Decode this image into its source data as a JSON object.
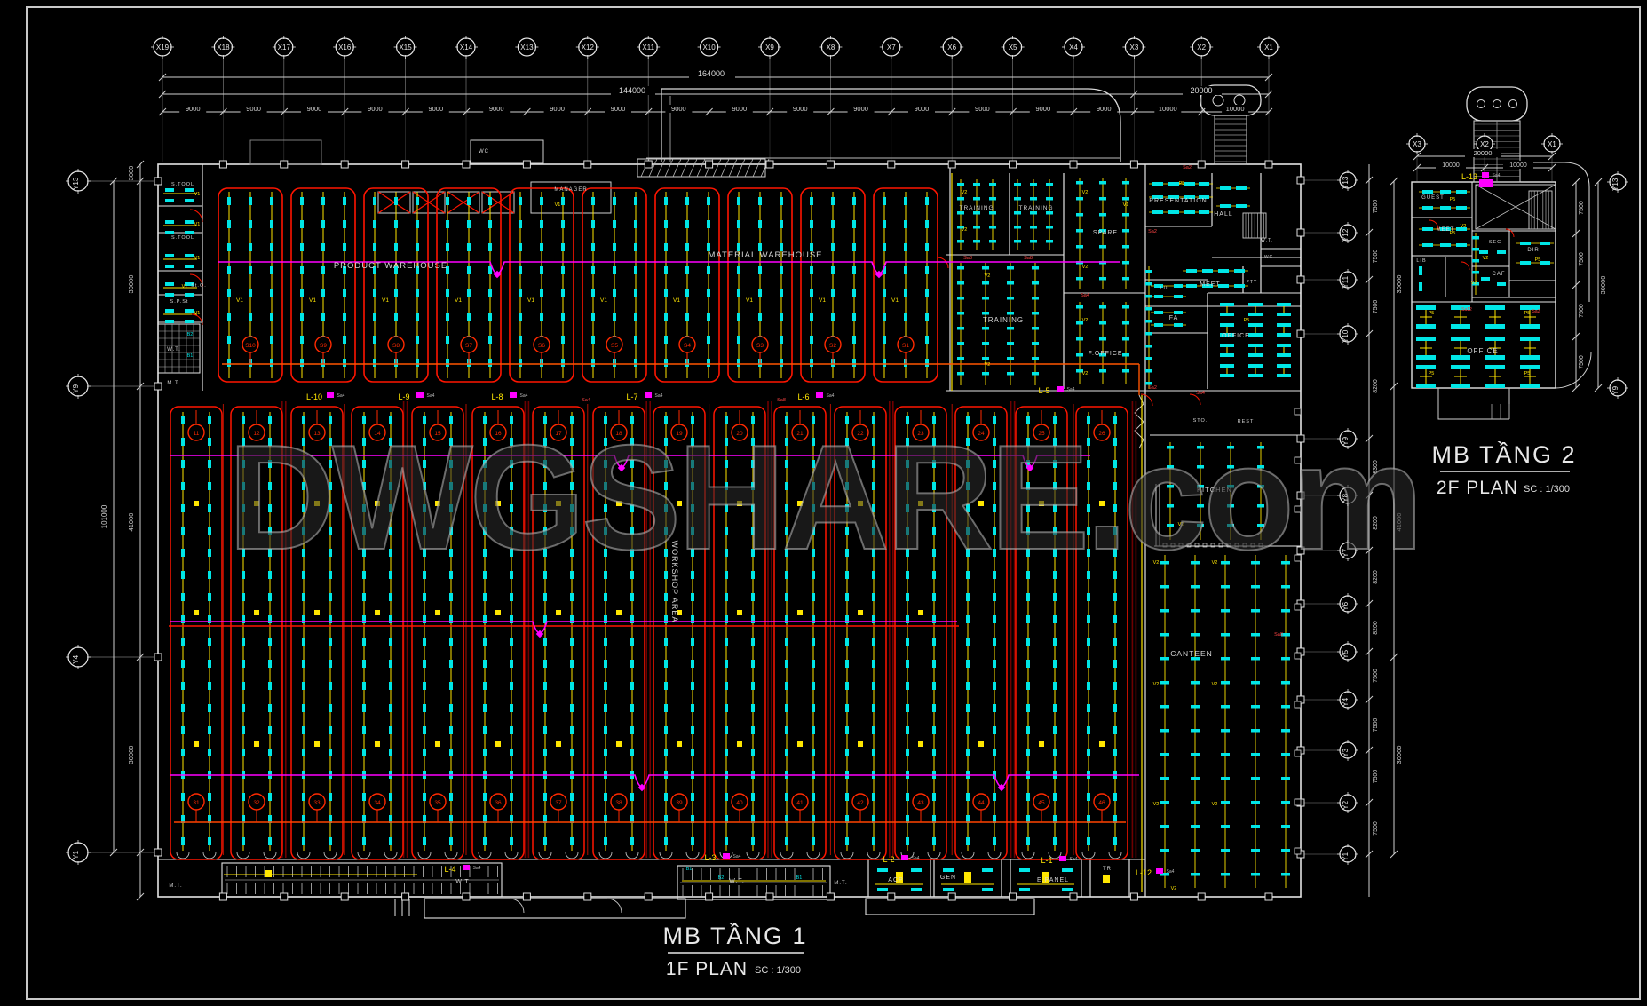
{
  "titles": {
    "plan1": "MB TẦNG 1",
    "plan1_sub": "1F PLAN",
    "plan1_scale": "SC : 1/300",
    "plan2": "MB TẦNG 2",
    "plan2_sub": "2F PLAN",
    "plan2_scale": "SC : 1/300"
  },
  "watermark": "DWGSHARE.com",
  "colors": {
    "fixture": "#00E6E6",
    "wire": "#FFE600",
    "circuit": "#FF1500",
    "tag": "#FF2A00",
    "feeder": "#FF00FF",
    "bus": "#FF5500",
    "darkline": "#6E0000",
    "outline": "#E4E4E4",
    "faint": "#6A6A6A",
    "label_yellow": "#FFE600",
    "text": "#D6D6D6"
  },
  "grid": {
    "x_bubbles": [
      "X19",
      "X18",
      "X17",
      "X16",
      "X15",
      "X14",
      "X13",
      "X12",
      "X11",
      "X10",
      "X9",
      "X8",
      "X7",
      "X6",
      "X5",
      "X4",
      "X3",
      "X2",
      "X1"
    ],
    "x_span_dims": [
      "9000",
      "9000",
      "9000",
      "9000",
      "9000",
      "9000",
      "9000",
      "9000",
      "9000",
      "9000",
      "9000",
      "9000",
      "9000",
      "9000",
      "9000",
      "9000",
      "10000",
      "10000"
    ],
    "total_dim": "164000",
    "sub_dim_left": "144000",
    "sub_dim_right": "20000",
    "left_bubbles": [
      "Y13",
      "Y9",
      "Y4",
      "Y1"
    ],
    "left_dims": [
      "3000",
      "30000",
      "41000",
      "30000"
    ],
    "left_total": "101000",
    "right_bubbles": [
      "Y13",
      "Y12",
      "Y11",
      "Y10",
      "Y9",
      "Y8",
      "Y7",
      "Y6",
      "Y5",
      "Y4",
      "Y3",
      "Y2",
      "Y1"
    ],
    "right_dims": [
      "7500",
      "7500",
      "7500",
      "8200",
      "8300",
      "8200",
      "8200",
      "8200",
      "7500",
      "7500",
      "7500",
      "7500"
    ],
    "right_totals": [
      "30000",
      "41000",
      "30000"
    ]
  },
  "plan2_grid": {
    "x_bubbles": [
      "X3",
      "X2",
      "X1"
    ],
    "span_dims": [
      "10000",
      "10000"
    ],
    "total": "20000",
    "right_dims": [
      "7500",
      "7500",
      "7500",
      "7500"
    ],
    "right_total": "30000",
    "right_bubbles": [
      "Y13",
      "Y9"
    ]
  },
  "rooms": {
    "product_warehouse": "PRODUCT WAREHOUSE",
    "material_warehouse": "MATERIAL WAREHOUSE",
    "workshop_area": "WORKSHOP AREA",
    "training": "TRAINING",
    "spare": "SPARE",
    "f_office": "F.OFFICE",
    "presentation": "PRESENTATION",
    "hall": "HALL",
    "meet": "MEET",
    "lu": "LU",
    "fa": "FA",
    "office": "OFFICE",
    "kitchen": "KITCHEN",
    "canteen": "CANTEEN",
    "manager": "MANAGER",
    "wc": "WC",
    "s_tool": "S.TOOL",
    "st_o": "St.O.",
    "s_p_st": "S.P.St",
    "wt": "W.T.",
    "mt": "M.T.",
    "acp": "ACP",
    "gen": "GEN",
    "e_panel": "E.PANEL",
    "tr": "TR",
    "sto": "STO.",
    "rest": "REST",
    "pty": "PTY",
    "guest": "GUEST",
    "lib": "LIB",
    "sec": "SEC",
    "dir": "DIR",
    "caf": "CAF"
  },
  "panels": {
    "l1": "L-1",
    "l2": "L-2",
    "l3": "L-3",
    "l4": "L-4",
    "l5": "L-5",
    "l6": "L-6",
    "l7": "L-7",
    "l8": "L-8",
    "l9": "L-9",
    "l10": "L-10",
    "l12": "L-12",
    "l13": "L-13"
  },
  "codes": {
    "v1": "V1",
    "v2": "V2",
    "p5": "P5",
    "b1": "B1",
    "b2": "B2",
    "sa2": "Sa2",
    "sa4": "Sa4",
    "sa8": "Sa8",
    "sa12": "Sa12"
  },
  "warehouse_tags": [
    "S10",
    "S9",
    "S8",
    "S7",
    "S6",
    "S5",
    "S4",
    "S3",
    "S2",
    "S1"
  ],
  "workshop_tags_top": [
    "11",
    "12",
    "13",
    "14",
    "15",
    "16",
    "17",
    "18",
    "19",
    "20",
    "21",
    "22",
    "23",
    "24",
    "25",
    "26"
  ],
  "workshop_tags_bottom": [
    "31",
    "32",
    "33",
    "34",
    "35",
    "36",
    "37",
    "38",
    "39",
    "40",
    "41",
    "42",
    "43",
    "44",
    "45",
    "46"
  ]
}
